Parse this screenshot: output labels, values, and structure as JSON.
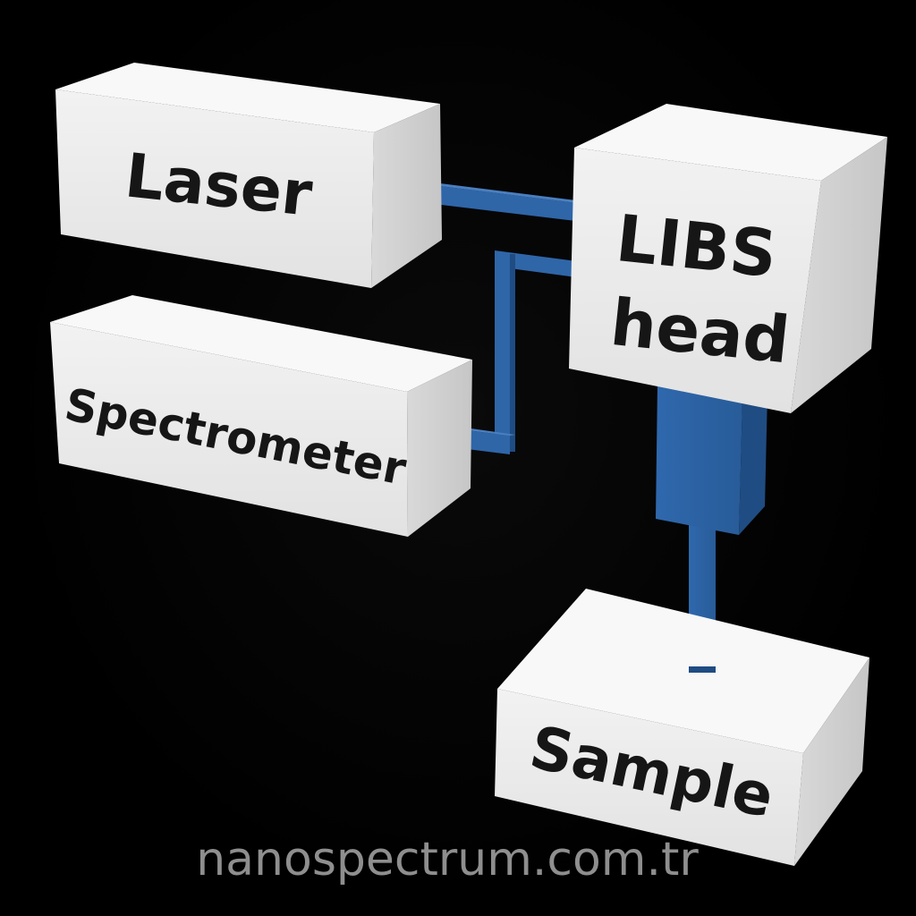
{
  "colors": {
    "background": "#000000",
    "box_front": "#ececec",
    "box_top": "#f7f7f7",
    "box_side": "#d5d5d5",
    "connector": "#2f66a8",
    "connector_dark": "#1f4c82",
    "label": "#161616",
    "watermark": "#8e8e8e"
  },
  "diagram": {
    "nodes": {
      "laser": {
        "label": "Laser"
      },
      "spectrometer": {
        "label": "Spectrometer"
      },
      "libs_head": {
        "label_line1": "LIBS",
        "label_line2": "head"
      },
      "sample": {
        "label": "Sample"
      }
    },
    "edges": [
      {
        "from": "laser",
        "to": "libs_head",
        "kind": "fiber"
      },
      {
        "from": "spectrometer",
        "to": "libs_head",
        "kind": "fiber"
      },
      {
        "from": "libs_head",
        "to": "sample",
        "kind": "probe"
      }
    ]
  },
  "watermark": {
    "text": "nanospectrum.com.tr"
  }
}
